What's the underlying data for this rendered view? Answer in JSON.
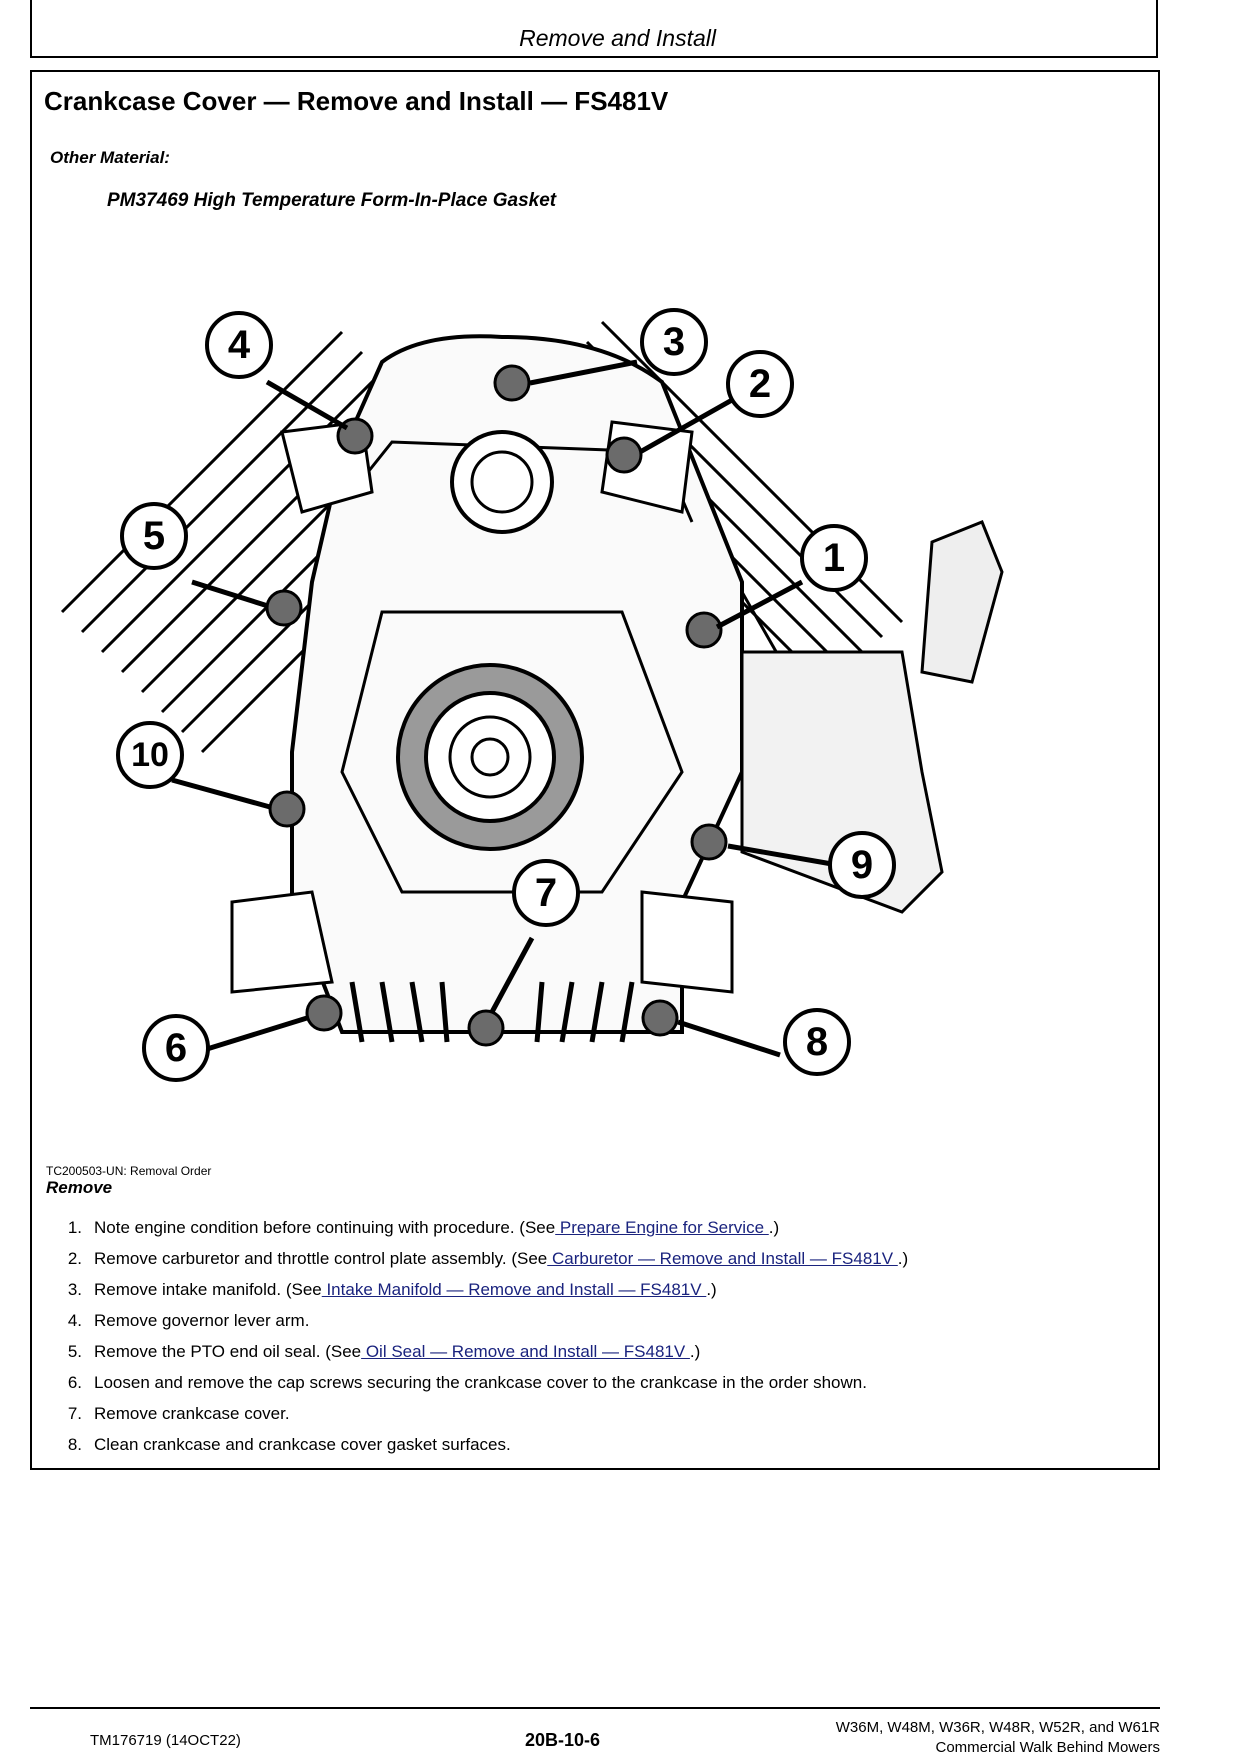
{
  "header": {
    "title": "Remove and Install"
  },
  "section": {
    "title": "Crankcase Cover — Remove and Install — FS481V",
    "other_material_label": "Other Material:",
    "material_item": "PM37469 High Temperature Form-In-Place Gasket"
  },
  "figure": {
    "callouts": [
      "1",
      "2",
      "3",
      "4",
      "5",
      "6",
      "7",
      "8",
      "9",
      "10"
    ],
    "caption": "TC200503-UN: Removal Order"
  },
  "remove": {
    "heading": "Remove",
    "steps": [
      {
        "num": "1.",
        "text": "Note engine condition before continuing with procedure. (See",
        "link": " Prepare Engine for Service ",
        "after": ".)"
      },
      {
        "num": "2.",
        "text": "Remove carburetor and throttle control plate assembly. (See",
        "link": " Carburetor — Remove and Install — FS481V ",
        "after": ".)"
      },
      {
        "num": "3.",
        "text": "Remove intake manifold. (See",
        "link": " Intake Manifold — Remove and Install — FS481V ",
        "after": ".)"
      },
      {
        "num": "4.",
        "text": "Remove governor lever arm.",
        "link": "",
        "after": ""
      },
      {
        "num": "5.",
        "text": "Remove the PTO end oil seal. (See",
        "link": " Oil Seal — Remove and Install — FS481V ",
        "after": ".)"
      },
      {
        "num": "6.",
        "text": "Loosen and remove the cap screws securing the crankcase cover to the crankcase in the order shown.",
        "link": "",
        "after": ""
      },
      {
        "num": "7.",
        "text": "Remove crankcase cover.",
        "link": "",
        "after": ""
      },
      {
        "num": "8.",
        "text": "Clean crankcase and crankcase cover gasket surfaces.",
        "link": "",
        "after": ""
      }
    ]
  },
  "footer": {
    "doc_id": "TM176719 (14OCT22)",
    "page": "20B-10-6",
    "models": "W36M, W48M, W36R, W48R, W52R, and W61R",
    "product": "Commercial Walk Behind Mowers"
  }
}
